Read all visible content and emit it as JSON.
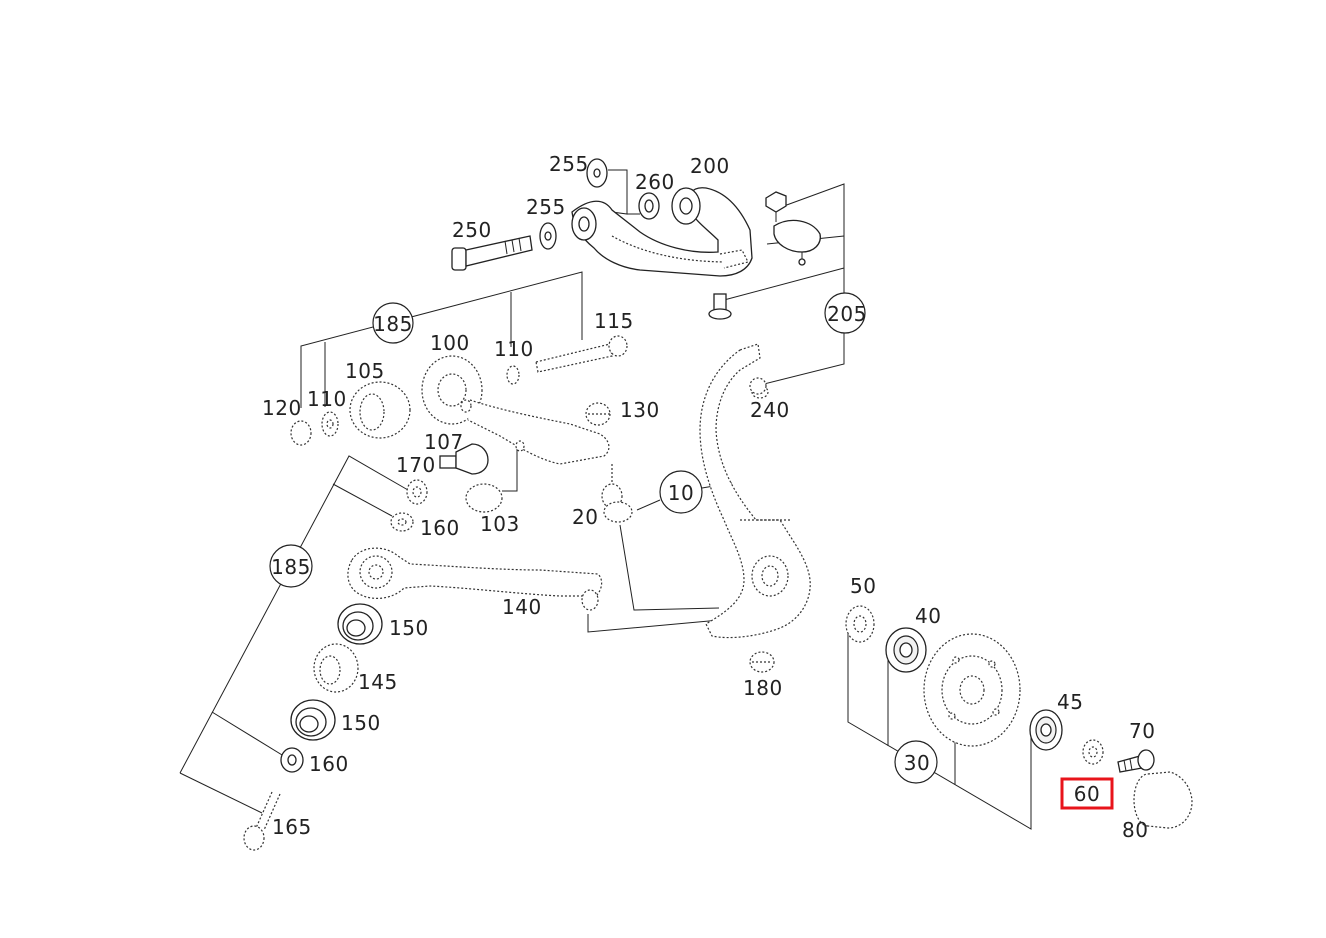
{
  "diagram": {
    "labels": {
      "p255a": "255",
      "p260": "260",
      "p200": "200",
      "p255b": "255",
      "p250": "250",
      "p185a": "185",
      "p115": "115",
      "p205": "205",
      "p110a": "110",
      "p100": "100",
      "p105": "105",
      "p120": "120",
      "p110b": "110",
      "p130": "130",
      "p240": "240",
      "p107": "107",
      "p170": "170",
      "p10": "10",
      "p160a": "160",
      "p103": "103",
      "p20": "20",
      "p185b": "185",
      "p140": "140",
      "p50": "50",
      "p40": "40",
      "p150a": "150",
      "p145": "145",
      "p180": "180",
      "p150b": "150",
      "p45": "45",
      "p70": "70",
      "p160b": "160",
      "p30": "30",
      "p60": "60",
      "p165": "165",
      "p80": "80"
    },
    "highlighted_part": "60",
    "highlight_color": "#e8141b"
  }
}
